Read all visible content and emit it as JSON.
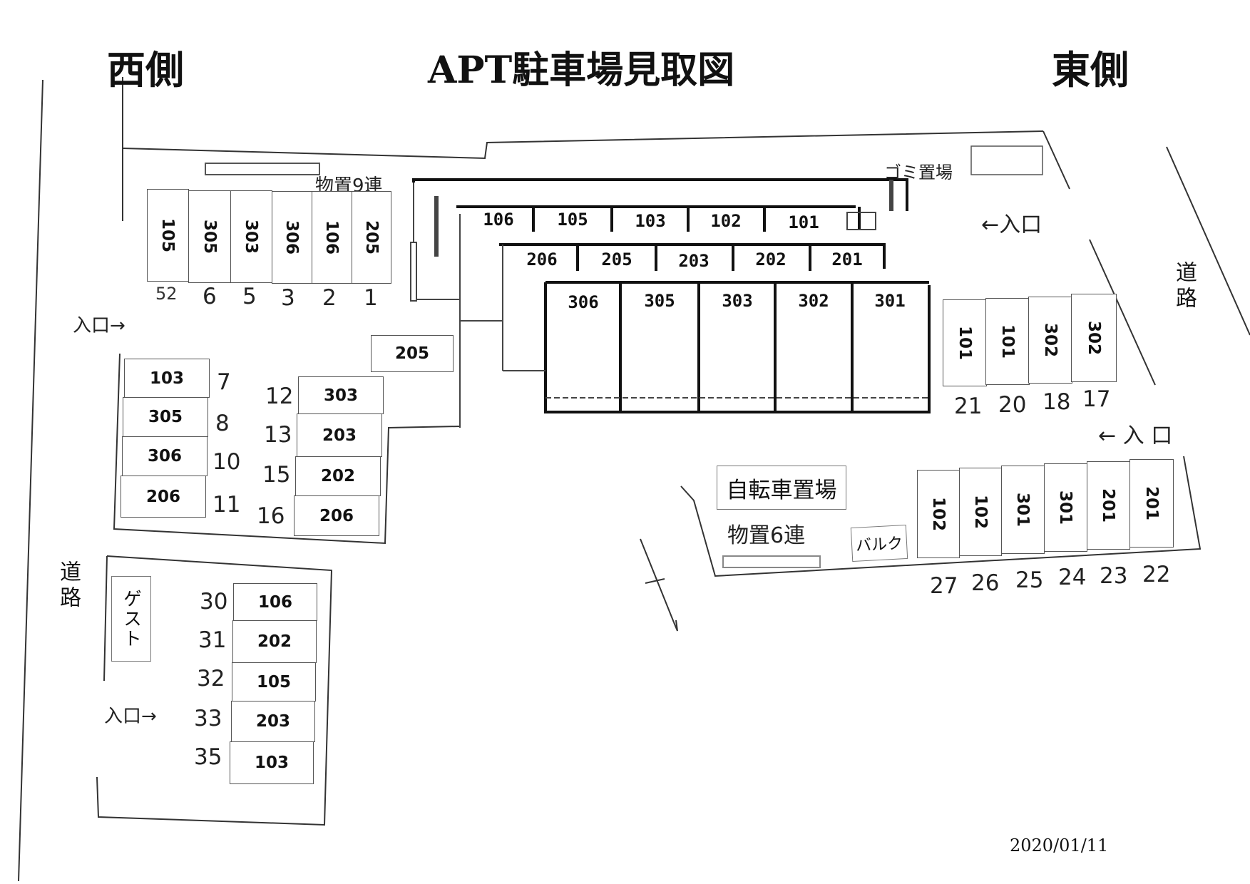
{
  "header": {
    "west": "西側",
    "title": "APT駐車場見取図",
    "east": "東側"
  },
  "labels": {
    "storage9": "物置9連",
    "trash": "ゴミ置場",
    "entrance_left_arrow": "←入口",
    "entrance_right_arrow": "入口→",
    "entrance_east_spaced": "← 入 口",
    "road": "道路",
    "bicycle": "自転車置場",
    "storage6": "物置6連",
    "balcony": "バルク",
    "guest": "ゲスト",
    "date": "2020/01/11"
  },
  "building": {
    "row1": [
      "106",
      "105",
      "103",
      "102",
      "101"
    ],
    "row2": [
      "206",
      "205",
      "203",
      "202",
      "201"
    ],
    "row3": [
      "306",
      "305",
      "303",
      "302",
      "301"
    ]
  },
  "lots": {
    "top_west": {
      "stalls": [
        "105",
        "305",
        "303",
        "306",
        "106",
        "205"
      ],
      "numbers": [
        "52",
        "6",
        "5",
        "3",
        "2",
        "1"
      ]
    },
    "single_205": "205",
    "west_left": {
      "stalls": [
        "103",
        "305",
        "306",
        "206"
      ],
      "numbers": [
        "7",
        "8",
        "10",
        "11"
      ]
    },
    "west_right": {
      "stalls": [
        "303",
        "203",
        "202",
        "206"
      ],
      "numbers": [
        "12",
        "13",
        "15",
        "16"
      ]
    },
    "south_west": {
      "stalls": [
        "106",
        "202",
        "105",
        "203",
        "103"
      ],
      "numbers": [
        "30",
        "31",
        "32",
        "33",
        "35"
      ]
    },
    "east_upper": {
      "stalls": [
        "101",
        "101",
        "302",
        "302"
      ],
      "numbers": [
        "21",
        "20",
        "18",
        "17"
      ]
    },
    "east_lower": {
      "stalls": [
        "102",
        "102",
        "301",
        "301",
        "201",
        "201"
      ],
      "numbers": [
        "27",
        "26",
        "25",
        "24",
        "23",
        "22"
      ]
    }
  }
}
